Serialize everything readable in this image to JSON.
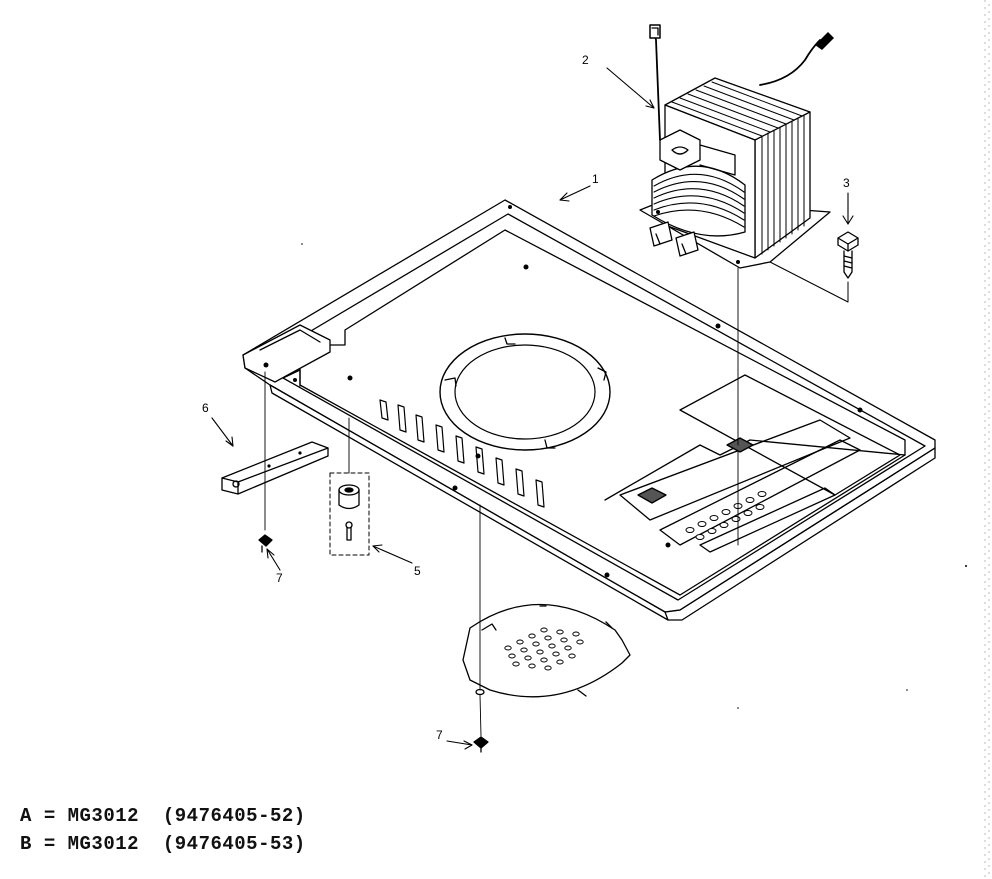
{
  "callouts": {
    "c1": "1",
    "c2": "2",
    "c3": "3",
    "c5": "5",
    "c6": "6",
    "c7a": "7",
    "c7b": "7"
  },
  "models": [
    {
      "letter": "A",
      "eq": "=",
      "model": "MG3012",
      "code": "(9476405-52)"
    },
    {
      "letter": "B",
      "eq": "=",
      "model": "MG3012",
      "code": "(9476405-53)"
    }
  ]
}
